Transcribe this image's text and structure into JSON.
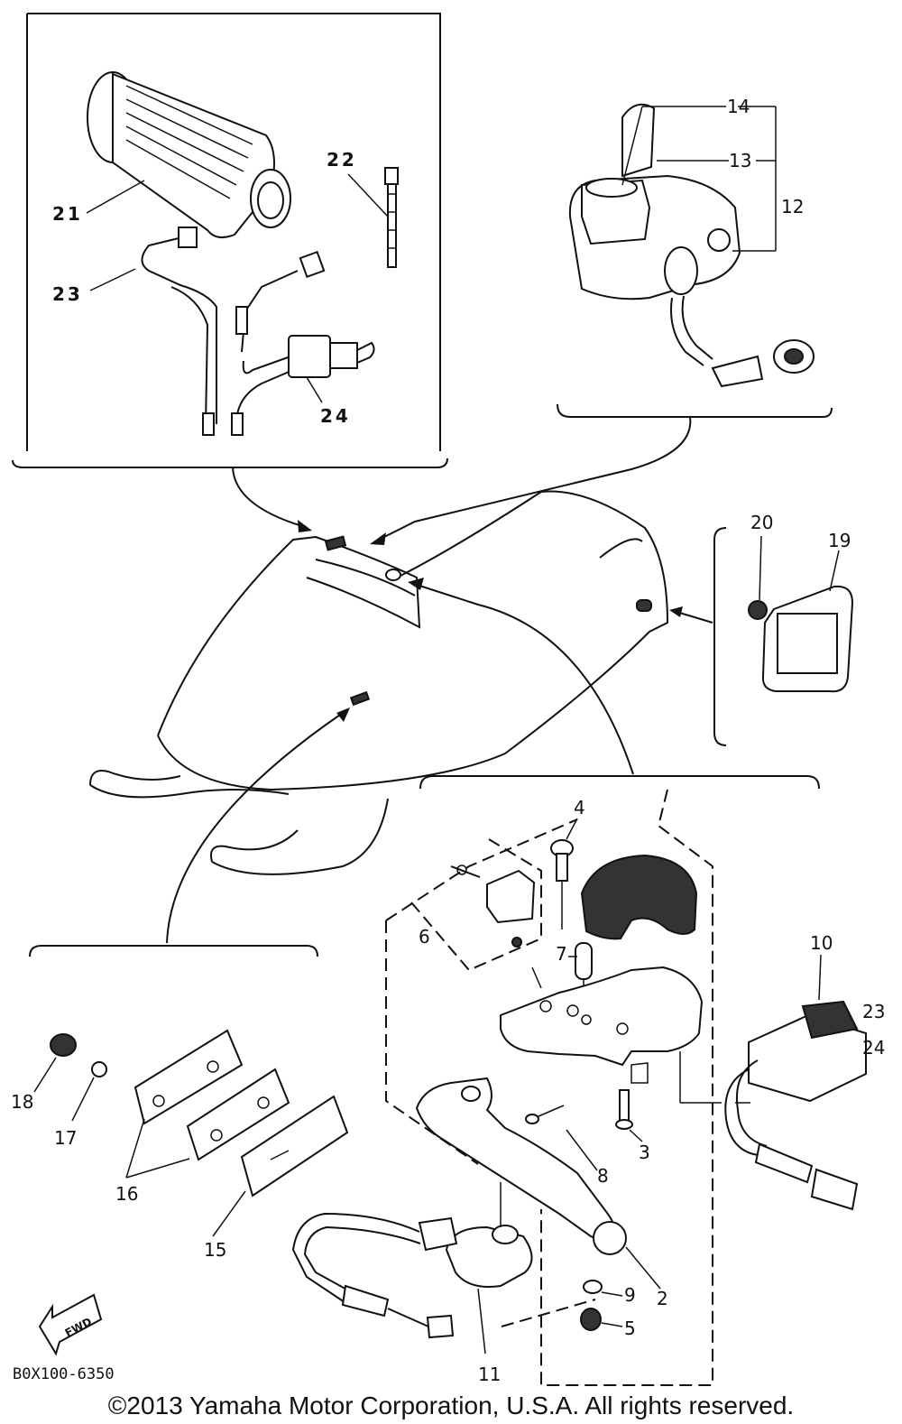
{
  "labels": {
    "p2": "2",
    "p3": "3",
    "p4": "4",
    "p5": "5",
    "p6": "6",
    "p7": "7",
    "p8": "8",
    "p9": "9",
    "p10": "10",
    "p11": "11",
    "p12": "12",
    "p13": "13",
    "p14": "14",
    "p15": "15",
    "p16": "16",
    "p17": "17",
    "p18": "18",
    "p19": "19",
    "p20": "20",
    "p21": "21",
    "p22": "22",
    "p23": "23",
    "p24": "24",
    "p23b": "23",
    "p24b": "24"
  },
  "fwd_label": "FWD",
  "diagram_code": "B0X100-6350",
  "copyright": "©2013 Yamaha Motor Corporation, U.S.A. All rights reserved."
}
